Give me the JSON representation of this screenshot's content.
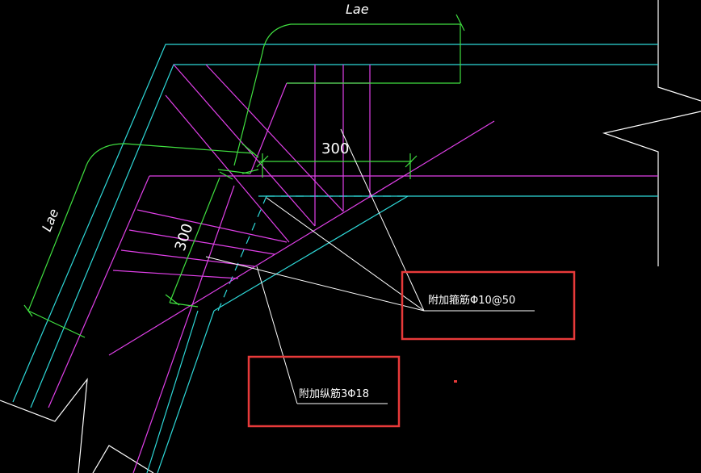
{
  "colors": {
    "background": "#000000",
    "rebar_magenta": "#e040e8",
    "beam_cyan": "#2ed8d8",
    "anchor_green": "#40e040",
    "dimension_green": "#40e040",
    "leader_white": "#ffffff",
    "highlight_red": "#e83a3a"
  },
  "labels": {
    "lae_top": "Lae",
    "lae_left": "Lae",
    "dim_horizontal": "300",
    "dim_diagonal": "300",
    "callout_stirrups": "附加箍筋Φ10@50",
    "callout_longitudinal": "附加纵筋3Φ18"
  }
}
